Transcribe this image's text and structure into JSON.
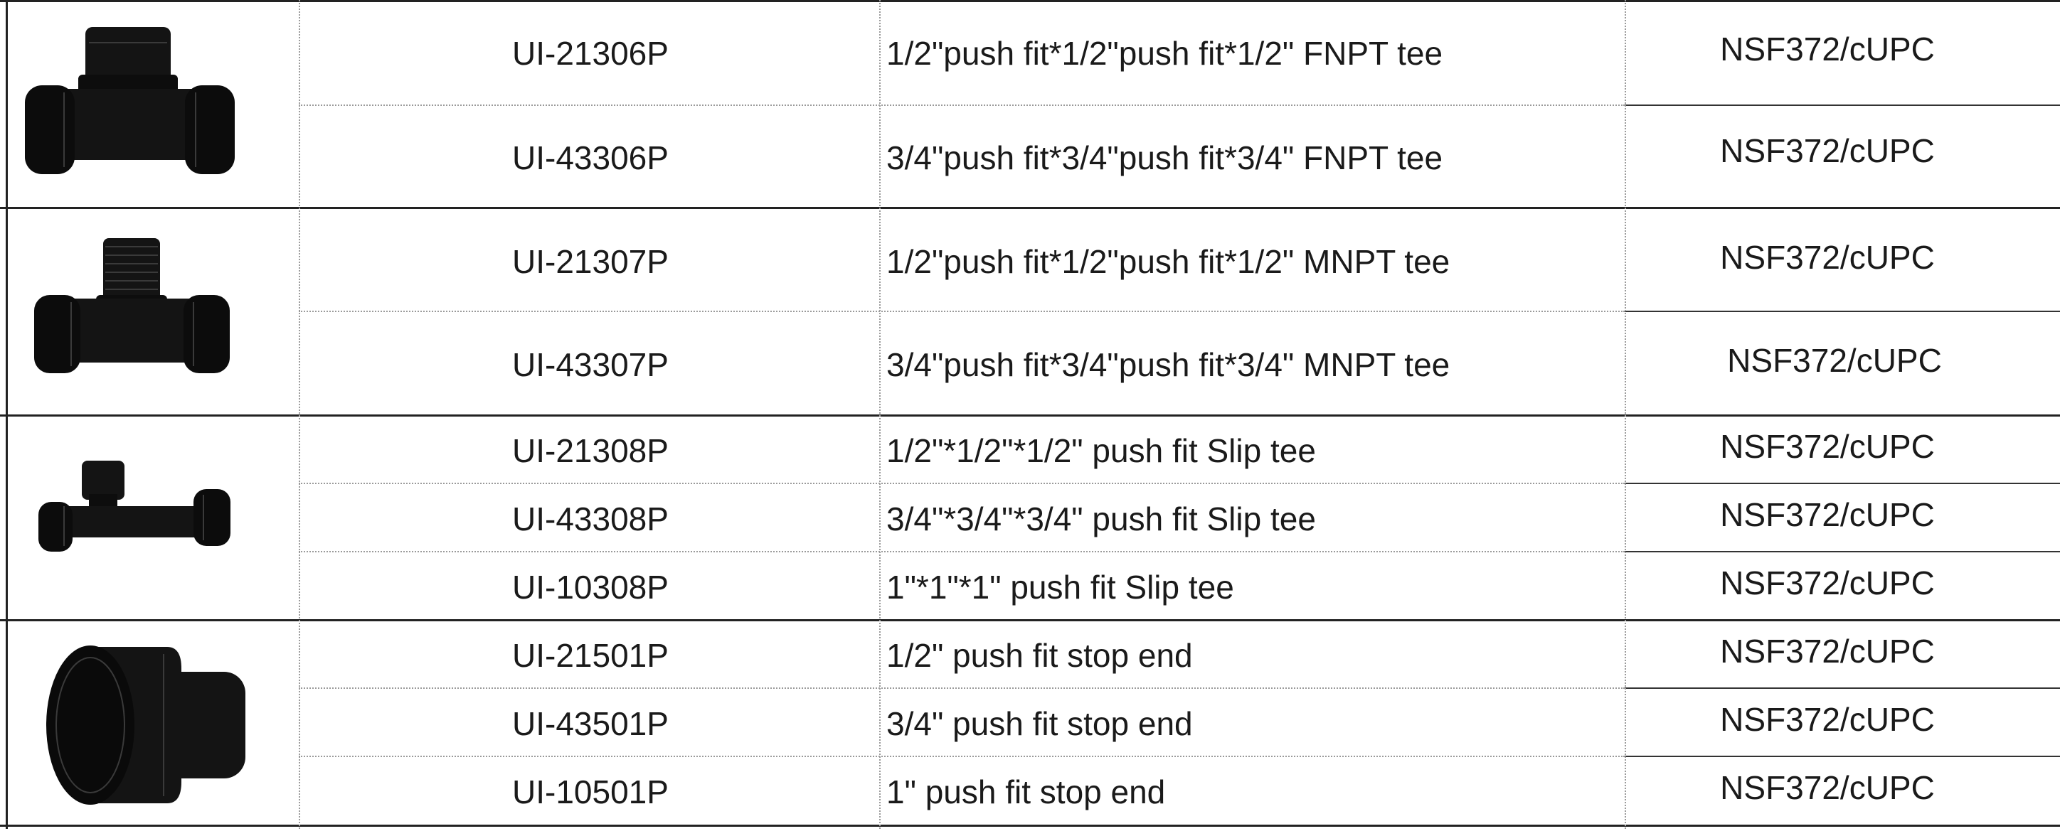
{
  "groups": [
    {
      "image": "push-fit-fnpt-tee-image",
      "rows": [
        {
          "code": "UI-21306P",
          "description": "1/2\"push fit*1/2\"push fit*1/2\" FNPT tee",
          "cert": "NSF372/cUPC"
        },
        {
          "code": "UI-43306P",
          "description": "3/4\"push fit*3/4\"push fit*3/4\" FNPT tee",
          "cert": "NSF372/cUPC"
        }
      ]
    },
    {
      "image": "push-fit-mnpt-tee-image",
      "rows": [
        {
          "code": "UI-21307P",
          "description": "1/2\"push fit*1/2\"push fit*1/2\" MNPT tee",
          "cert": "NSF372/cUPC"
        },
        {
          "code": "UI-43307P",
          "description": "3/4\"push fit*3/4\"push fit*3/4\" MNPT tee",
          "cert": "NSF372/cUPC"
        }
      ]
    },
    {
      "image": "push-fit-slip-tee-image",
      "rows": [
        {
          "code": "UI-21308P",
          "description": "1/2\"*1/2\"*1/2\" push fit Slip tee",
          "cert": "NSF372/cUPC"
        },
        {
          "code": "UI-43308P",
          "description": "3/4\"*3/4\"*3/4\" push fit Slip tee",
          "cert": "NSF372/cUPC"
        },
        {
          "code": "UI-10308P",
          "description": "1\"*1\"*1\" push fit Slip tee",
          "cert": "NSF372/cUPC"
        }
      ]
    },
    {
      "image": "push-fit-stop-end-image",
      "rows": [
        {
          "code": "UI-21501P",
          "description": "1/2\" push fit stop end",
          "cert": "NSF372/cUPC"
        },
        {
          "code": "UI-43501P",
          "description": "3/4\" push fit stop end",
          "cert": "NSF372/cUPC"
        },
        {
          "code": "UI-10501P",
          "description": "1\" push fit stop end",
          "cert": "NSF372/cUPC"
        }
      ]
    }
  ],
  "colors": {
    "fitting": "#141414",
    "grid": "#9a9a9a",
    "border": "#222222"
  }
}
